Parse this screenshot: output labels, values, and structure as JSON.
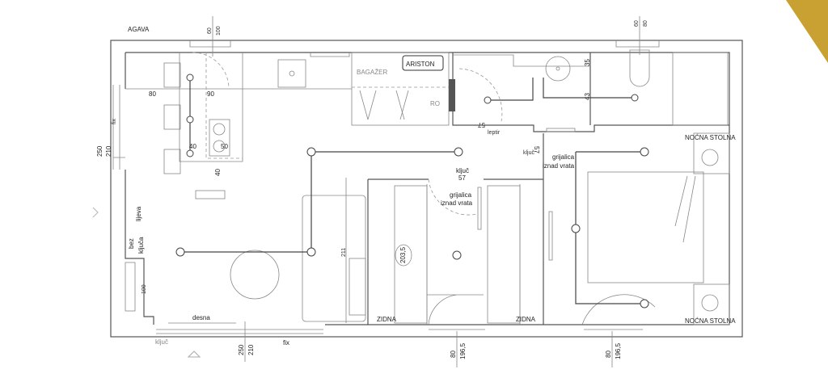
{
  "title": "AGAVA",
  "accent_color": "#c9a032",
  "labels": {
    "bagazer": "BAGAŽER",
    "ariston": "ARISTON",
    "ro": "RO",
    "leptir_num": "57",
    "leptir": "leptir",
    "kljuc_right": "ključ",
    "kljuc_right_num": "57",
    "grijalica_right_1": "grijalica",
    "grijalica_right_2": "iznad vrata",
    "kljuc_mid": "ključ",
    "kljuc_mid_num": "57",
    "grijalica_mid_1": "grijalica",
    "grijalica_mid_2": "iznad vrata",
    "nocna_top": "NOĆNA STOLNA",
    "nocna_bottom": "NOĆNA STOLNA",
    "zidna_1": "ZIDNA",
    "zidna_2": "ZIDNA",
    "lijeva": "lijeva",
    "bez": "bez",
    "kljuca": "ključa",
    "desna": "desna",
    "kljuc_bottom": "ključ",
    "fix_bottom": "fix",
    "fix_left": "fix"
  },
  "dimensions": {
    "top_door_60": "60",
    "top_door_100": "100",
    "top_wc_60": "60",
    "top_wc_80": "80",
    "left_250": "250",
    "left_210": "210",
    "counter_80": "80",
    "counter_90": "90",
    "hob_40": "40",
    "hob_50": "50",
    "island_40": "40",
    "bath_35": "35",
    "bath_43": "43",
    "wardrobe_211": "211",
    "bed_203_5": "203,5",
    "window_100": "100",
    "bottom_250": "250",
    "bottom_210": "210",
    "door1_80": "80",
    "door1_196_5": "196,5",
    "door2_80": "80",
    "door2_196_5": "196,5"
  }
}
